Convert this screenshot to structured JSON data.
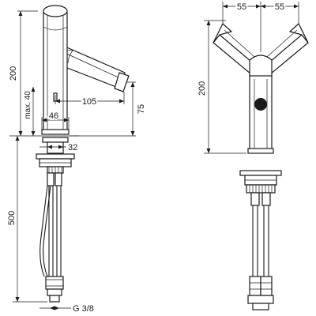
{
  "dimensions": {
    "height_spout": "200",
    "max_40": "max. 40",
    "reach": "105",
    "spout_height": "75",
    "base_dia": "46",
    "hole": "32",
    "hose_length": "500",
    "connection": "G 3/8",
    "arm_left": "55",
    "arm_right": "55",
    "height_front": "200"
  }
}
